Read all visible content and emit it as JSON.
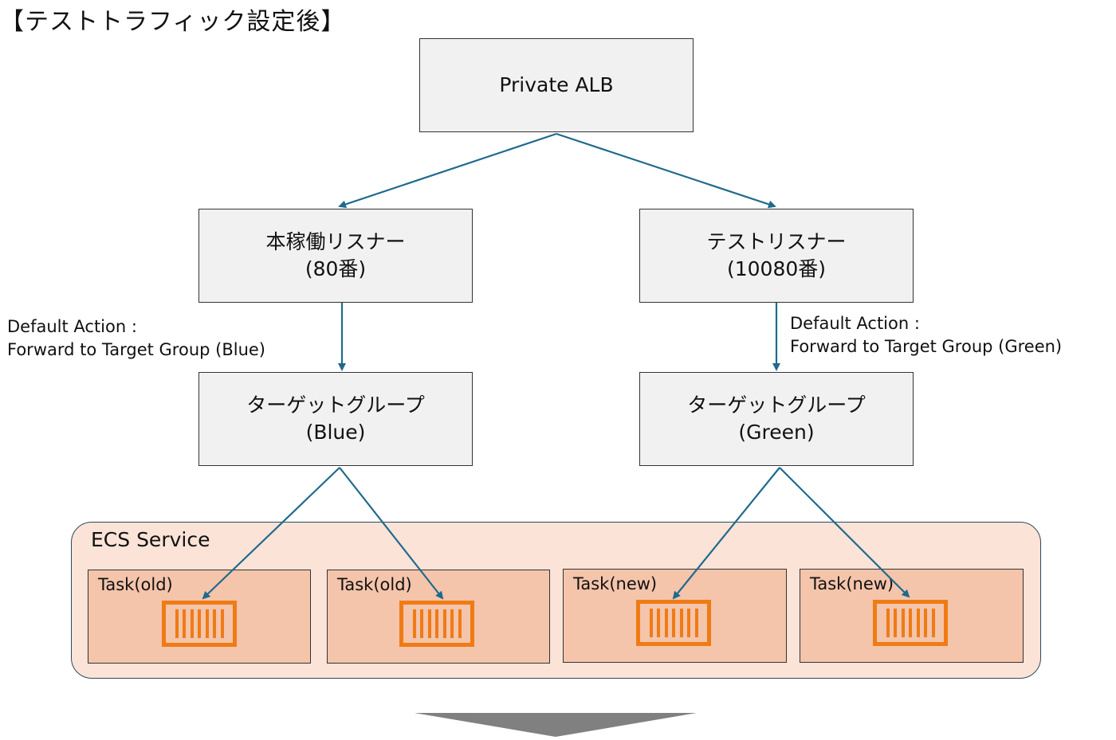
{
  "title": "【テストトラフィック設定後】",
  "colors": {
    "arrow": "#1f6a8c",
    "box_fill": "#f1f1f1",
    "ecs_fill": "#fbe3d7",
    "task_fill": "#f4c4ab",
    "container_icon": "#ef7b14",
    "down_arrow": "#808080"
  },
  "alb": {
    "label": "Private ALB"
  },
  "listeners": [
    {
      "name": "本稼働リスナー",
      "port": "(80番)"
    },
    {
      "name": "テストリスナー",
      "port": "(10080番)"
    }
  ],
  "actions": [
    {
      "line1": "Default Action :",
      "line2": "Forward to Target Group (Blue)"
    },
    {
      "line1": "Default Action :",
      "line2": "Forward to Target Group (Green)"
    }
  ],
  "target_groups": [
    {
      "name": "ターゲットグループ",
      "color": "(Blue)"
    },
    {
      "name": "ターゲットグループ",
      "color": "(Green)"
    }
  ],
  "ecs_service": {
    "label": "ECS Service",
    "tasks": [
      {
        "label": "Task(old)",
        "icon": "container-icon"
      },
      {
        "label": "Task(old)",
        "icon": "container-icon"
      },
      {
        "label": "Task(new)",
        "icon": "container-icon"
      },
      {
        "label": "Task(new)",
        "icon": "container-icon"
      }
    ]
  },
  "next_step_icon": "down-arrow-icon"
}
